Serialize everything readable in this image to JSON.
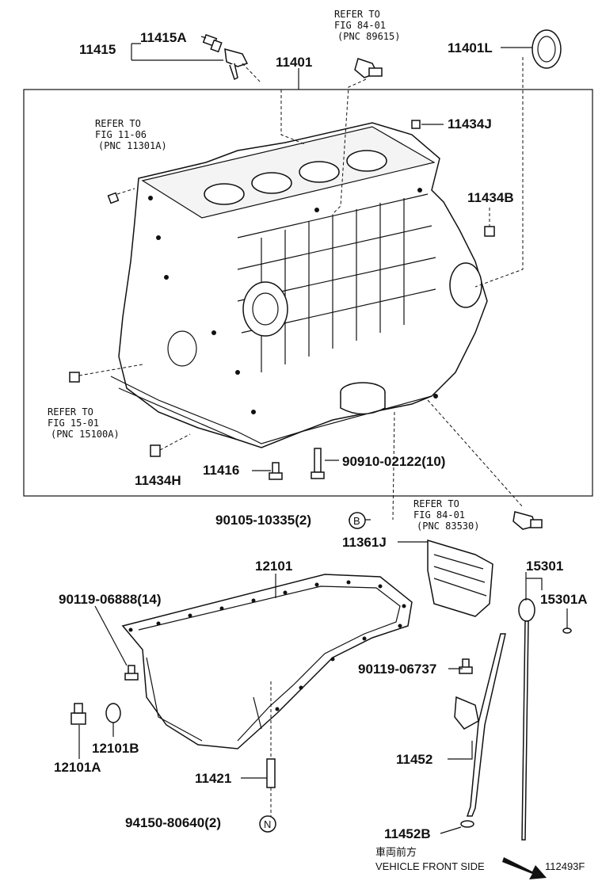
{
  "labels": {
    "p11415": "11415",
    "p11415A": "11415A",
    "p11401": "11401",
    "p11401L": "11401L",
    "p11434J": "11434J",
    "p11434B": "11434B",
    "p11434H": "11434H",
    "p11416": "11416",
    "p90910": "90910-02122(10)",
    "p90105": "90105-10335(2)",
    "p11361J": "11361J",
    "p12101": "12101",
    "p15301": "15301",
    "p15301A": "15301A",
    "p90119a": "90119-06888(14)",
    "p90119b": "90119-06737",
    "p12101B": "12101B",
    "p12101A": "12101A",
    "p11452": "11452",
    "p11421": "11421",
    "p94150": "94150-80640(2)",
    "p11452B": "11452B"
  },
  "references": {
    "ref_8401_top": [
      "REFER TO",
      "FIG 84-01",
      "(PNC 89615)"
    ],
    "ref_1106": [
      "REFER TO",
      "FIG 11-06",
      "(PNC 11301A)"
    ],
    "ref_1501": [
      "REFER TO",
      "FIG 15-01",
      "(PNC 15100A)"
    ],
    "ref_8401_bottom": [
      "REFER TO",
      "FIG 84-01",
      "(PNC 83530)"
    ]
  },
  "callouts": {
    "circle_B": "B",
    "circle_N": "N"
  },
  "footer": {
    "direction_jp": "車両前方",
    "direction_en": "VEHICLE FRONT SIDE",
    "figure_code": "112493F"
  }
}
